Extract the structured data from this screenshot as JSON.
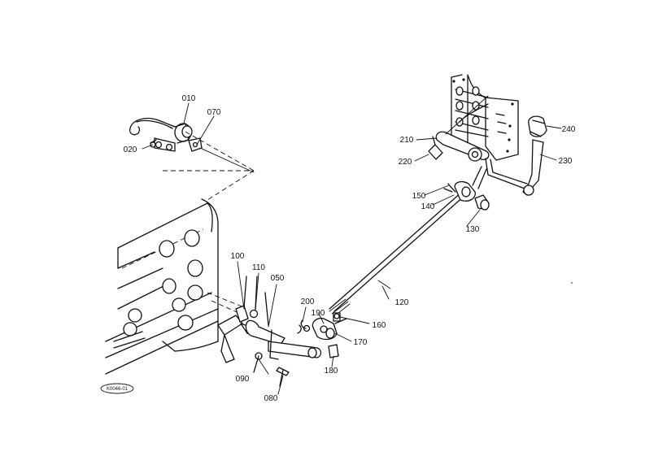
{
  "diagram": {
    "callouts": [
      {
        "id": "010",
        "label": "010"
      },
      {
        "id": "020",
        "label": "020"
      },
      {
        "id": "050",
        "label": "050"
      },
      {
        "id": "070",
        "label": "070"
      },
      {
        "id": "080",
        "label": "080"
      },
      {
        "id": "090",
        "label": "090"
      },
      {
        "id": "100",
        "label": "100"
      },
      {
        "id": "110",
        "label": "110"
      },
      {
        "id": "120",
        "label": "120"
      },
      {
        "id": "130",
        "label": "130"
      },
      {
        "id": "140",
        "label": "140"
      },
      {
        "id": "150",
        "label": "150"
      },
      {
        "id": "160",
        "label": "160"
      },
      {
        "id": "170",
        "label": "170"
      },
      {
        "id": "180",
        "label": "180"
      },
      {
        "id": "190",
        "label": "190"
      },
      {
        "id": "200",
        "label": "200"
      },
      {
        "id": "210",
        "label": "210"
      },
      {
        "id": "220",
        "label": "220"
      },
      {
        "id": "230",
        "label": "230"
      },
      {
        "id": "240",
        "label": "240"
      }
    ],
    "reference_code": "K0046-01"
  }
}
